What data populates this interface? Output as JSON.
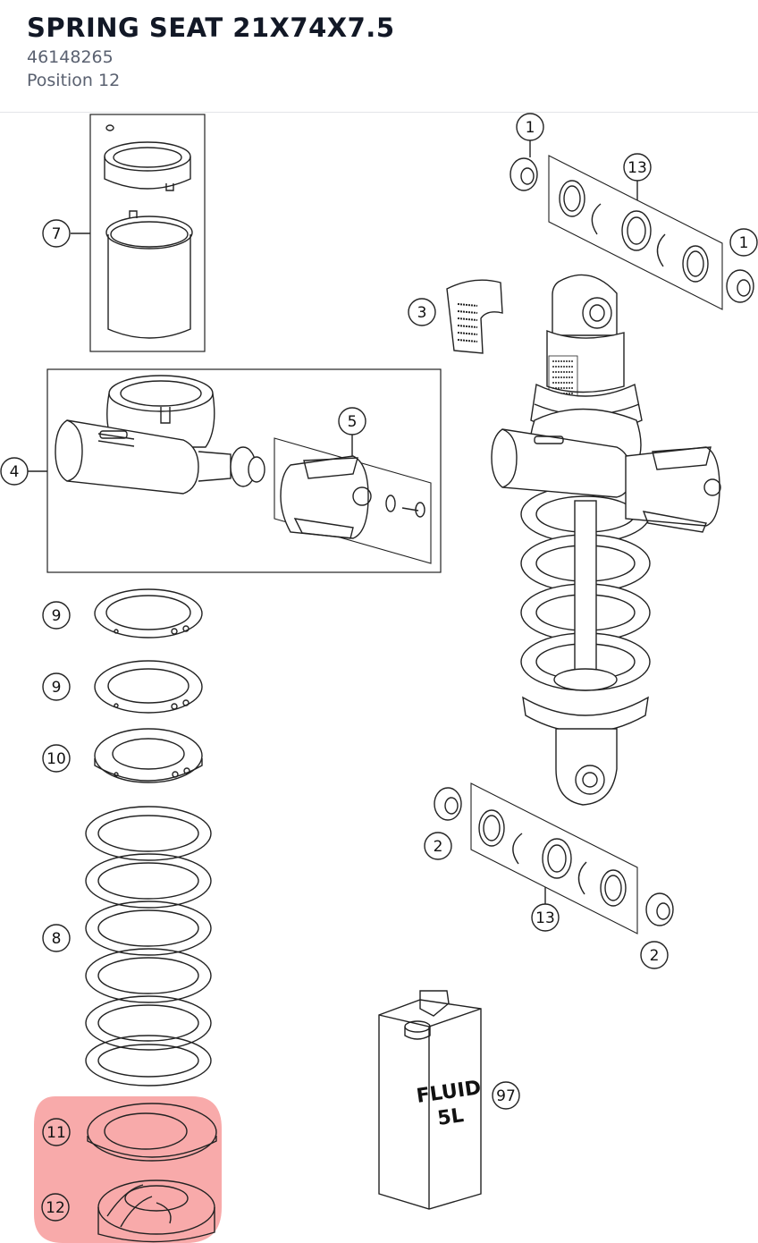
{
  "part": {
    "title": "SPRING SEAT 21X74X7.5",
    "number": "46148265",
    "position": "Position 12"
  },
  "callouts": {
    "c1a": "1",
    "c1b": "1",
    "c13a": "13",
    "c3": "3",
    "c7": "7",
    "c4": "4",
    "c5": "5",
    "c9a": "9",
    "c9b": "9",
    "c10": "10",
    "c8": "8",
    "c11": "11",
    "c12": "12",
    "c2a": "2",
    "c2b": "2",
    "c13b": "13",
    "c97": "97"
  },
  "can_label": {
    "line1": "FLUID",
    "line2": "5L"
  },
  "colors": {
    "highlight": "#f47c7c",
    "ink": "#222222"
  },
  "highlighted_position": "12"
}
